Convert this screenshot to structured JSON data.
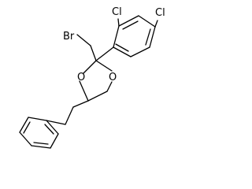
{
  "molecule": {
    "atoms": {
      "bromine": "Br",
      "chlorine_ortho": "Cl",
      "chlorine_para": "Cl",
      "oxygen_left": "O",
      "oxygen_right": "O"
    },
    "colors": {
      "bond": "#000000",
      "label": "#000000",
      "background": "#ffffff"
    }
  }
}
